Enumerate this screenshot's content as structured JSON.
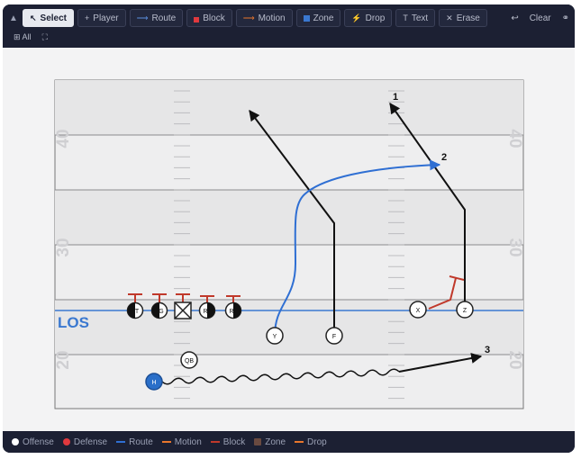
{
  "toolbar": {
    "tools": [
      {
        "label": "Select",
        "icon": "cursor-icon"
      },
      {
        "label": "Player",
        "icon": "plus-icon"
      },
      {
        "label": "Route",
        "icon": "arrow-right-icon"
      },
      {
        "label": "Block",
        "icon": "block-square-icon"
      },
      {
        "label": "Motion",
        "icon": "motion-line-icon"
      },
      {
        "label": "Zone",
        "icon": "zone-square-icon"
      },
      {
        "label": "Drop",
        "icon": "lightning-icon"
      },
      {
        "label": "Text",
        "icon": "text-t-icon"
      },
      {
        "label": "Erase",
        "icon": "x-icon"
      }
    ],
    "clear_label": "Clear",
    "all_label": "All"
  },
  "field": {
    "yard_numbers": [
      "40",
      "30",
      "20"
    ],
    "los_label": "LOS",
    "players": {
      "oline": [
        "T",
        "G",
        "",
        "R",
        "R"
      ],
      "y": "Y",
      "f": "F",
      "x": "X",
      "z": "Z",
      "qb": "QB",
      "h": "H"
    },
    "route_labels": [
      "1",
      "2",
      "3"
    ]
  },
  "legend": {
    "items": [
      {
        "label": "Offense",
        "color": "#ffffff",
        "kind": "dot"
      },
      {
        "label": "Defense",
        "color": "#e0393e",
        "kind": "dot"
      },
      {
        "label": "Route",
        "color": "#2f6fd3",
        "kind": "line"
      },
      {
        "label": "Motion",
        "color": "#e8762c",
        "kind": "line"
      },
      {
        "label": "Block",
        "color": "#c0392b",
        "kind": "line"
      },
      {
        "label": "Zone",
        "color": "#6a4a40",
        "kind": "square"
      },
      {
        "label": "Drop",
        "color": "#e8762c",
        "kind": "line"
      }
    ]
  },
  "colors": {
    "route": "#2f6fd3",
    "block": "#c0392b",
    "los": "#3a78d0"
  }
}
